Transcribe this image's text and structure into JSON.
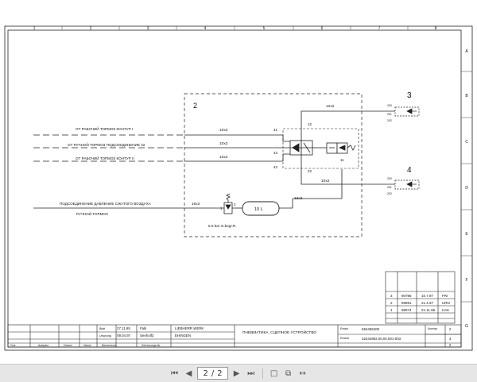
{
  "border": {
    "top_numbers": [
      "1",
      "2",
      "3",
      "4",
      "5",
      "6",
      "7",
      "8"
    ],
    "side_letters": [
      "A",
      "B",
      "C",
      "D",
      "E",
      "F",
      "G"
    ]
  },
  "diagram": {
    "group_label": "2",
    "lines": {
      "l1": "ОТ РАБОЧИЙ ТОРМОЗ КОНТУР I",
      "l2": "ОТ РУЧНОЙ ТОРМОЗ ПОДСОЕДИНЕНИЕ 22",
      "l3": "ОТ РАБОЧИЙ ТОРМОЗ КОНТУР II",
      "l4": "ПОДСОЕДИНЕНИЕ ДАВЛЕНИЕ СЖАТОГО ВОЗДУХА",
      "l5": "РУЧНОЙ ТОРМОЗ"
    },
    "pipe": {
      "p1": "10x2",
      "p2": "10x2",
      "p3": "10x2",
      "p4": "12x2",
      "p5": "10x2",
      "p6": "16x2",
      "p7": "12x2"
    },
    "port": {
      "p41": "41",
      "p42": "42",
      "p43": "43",
      "p12": "12",
      "p22": "22",
      "p11": "11",
      "p1": "1",
      "p2": "2"
    },
    "tank": "10 L",
    "valve_note": "5.5 bar m.begr.R.",
    "out3": "3",
    "out4": "4",
    "out_tags": {
      "a": "200",
      "b": "201",
      "c": "202"
    }
  },
  "revisions": [
    {
      "num": "3",
      "doc": "90786",
      "date": "10.7.97",
      "by": "FRI"
    },
    {
      "num": "2",
      "doc": "89851",
      "date": "21.4.97",
      "by": "URN"
    },
    {
      "num": "1",
      "doc": "88074",
      "date": "21.11.96",
      "by": "HAK"
    }
  ],
  "title_block": {
    "company1": "LIEBHERR WERK",
    "company2": "EHINGEN",
    "title": "ПНЕВМАТИКА, СЦЕПНОЕ УСТРОЙСТВО",
    "number": "562455208",
    "ref": "32444992,00,00,001-003",
    "date1": "27.11.95",
    "date2": "09.04.97",
    "name1": "Falk",
    "name2": "Seeholf3",
    "sheet_total": "2",
    "sheet_a": "4",
    "sheet_b": "2",
    "fields": {
      "a": "Gez.",
      "b": "Aufgabe",
      "c": "Datum",
      "d": "Name",
      "e": "Benennung",
      "f": "Zeichnungs-Nr.",
      "g": "Blatt",
      "h": "Ursprung",
      "i": "Ersatz",
      "j": "Ersetzt",
      "k": "Normpr."
    }
  },
  "toolbar": {
    "page_current": "2",
    "page_separator": "/",
    "page_total": "2"
  }
}
